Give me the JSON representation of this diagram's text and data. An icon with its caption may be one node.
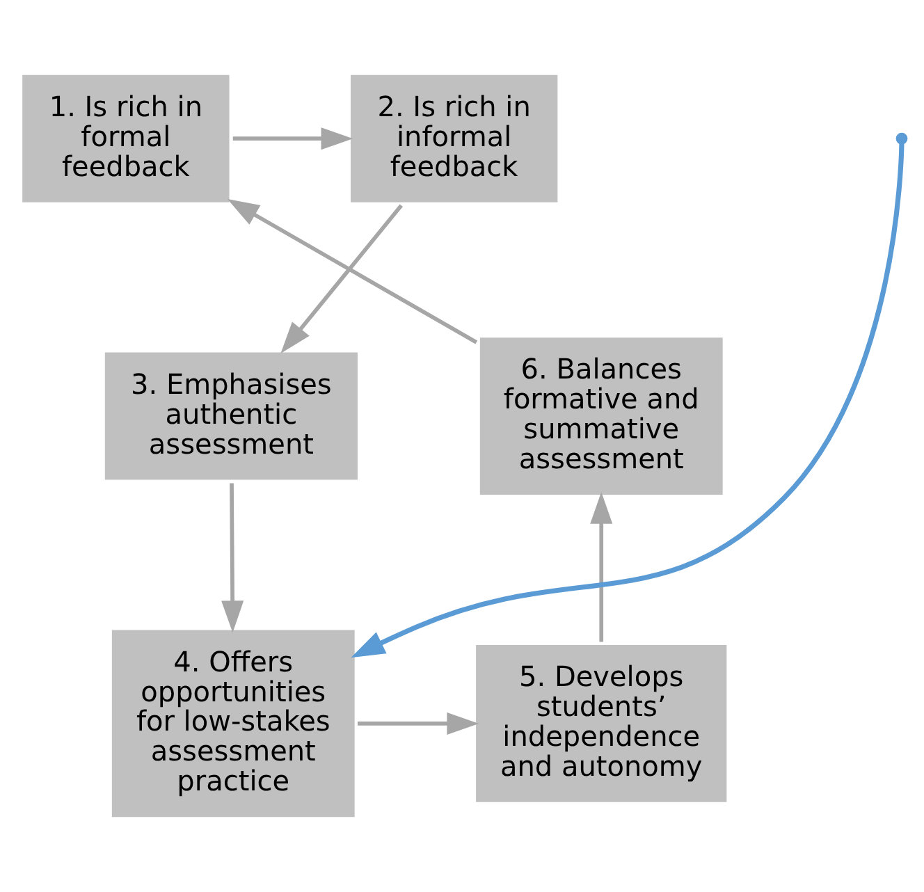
{
  "diagram": {
    "nodes": [
      {
        "text": [
          "1. Is rich in formal feedback"
        ]
      },
      {
        "text": [
          "2. Is rich in informal feedback"
        ]
      },
      {
        "text": [
          "3. Emphasises authentic assessment"
        ]
      },
      {
        "text": [
          "4. Offers opportunities for low-stakes assessment practice"
        ]
      },
      {
        "text": [
          "5. Develops students’ independence and autonomy"
        ]
      },
      {
        "text": [
          "6. Balances formative and summative assessment"
        ]
      }
    ],
    "edges": [
      {
        "from": 0,
        "to": 1,
        "arrow": "to"
      },
      {
        "from": 1,
        "to": 2,
        "arrow": "to"
      },
      {
        "from": 2,
        "to": 3,
        "arrow": "to"
      },
      {
        "from": 3,
        "to": 4,
        "arrow": "to"
      },
      {
        "from": 4,
        "to": 5,
        "arrow": "to"
      },
      {
        "from": 5,
        "to": 0,
        "arrow": "to"
      },
      {
        "from": null,
        "to": 3,
        "arrow": "to",
        "color": "#5b9bd5"
      }
    ]
  }
}
